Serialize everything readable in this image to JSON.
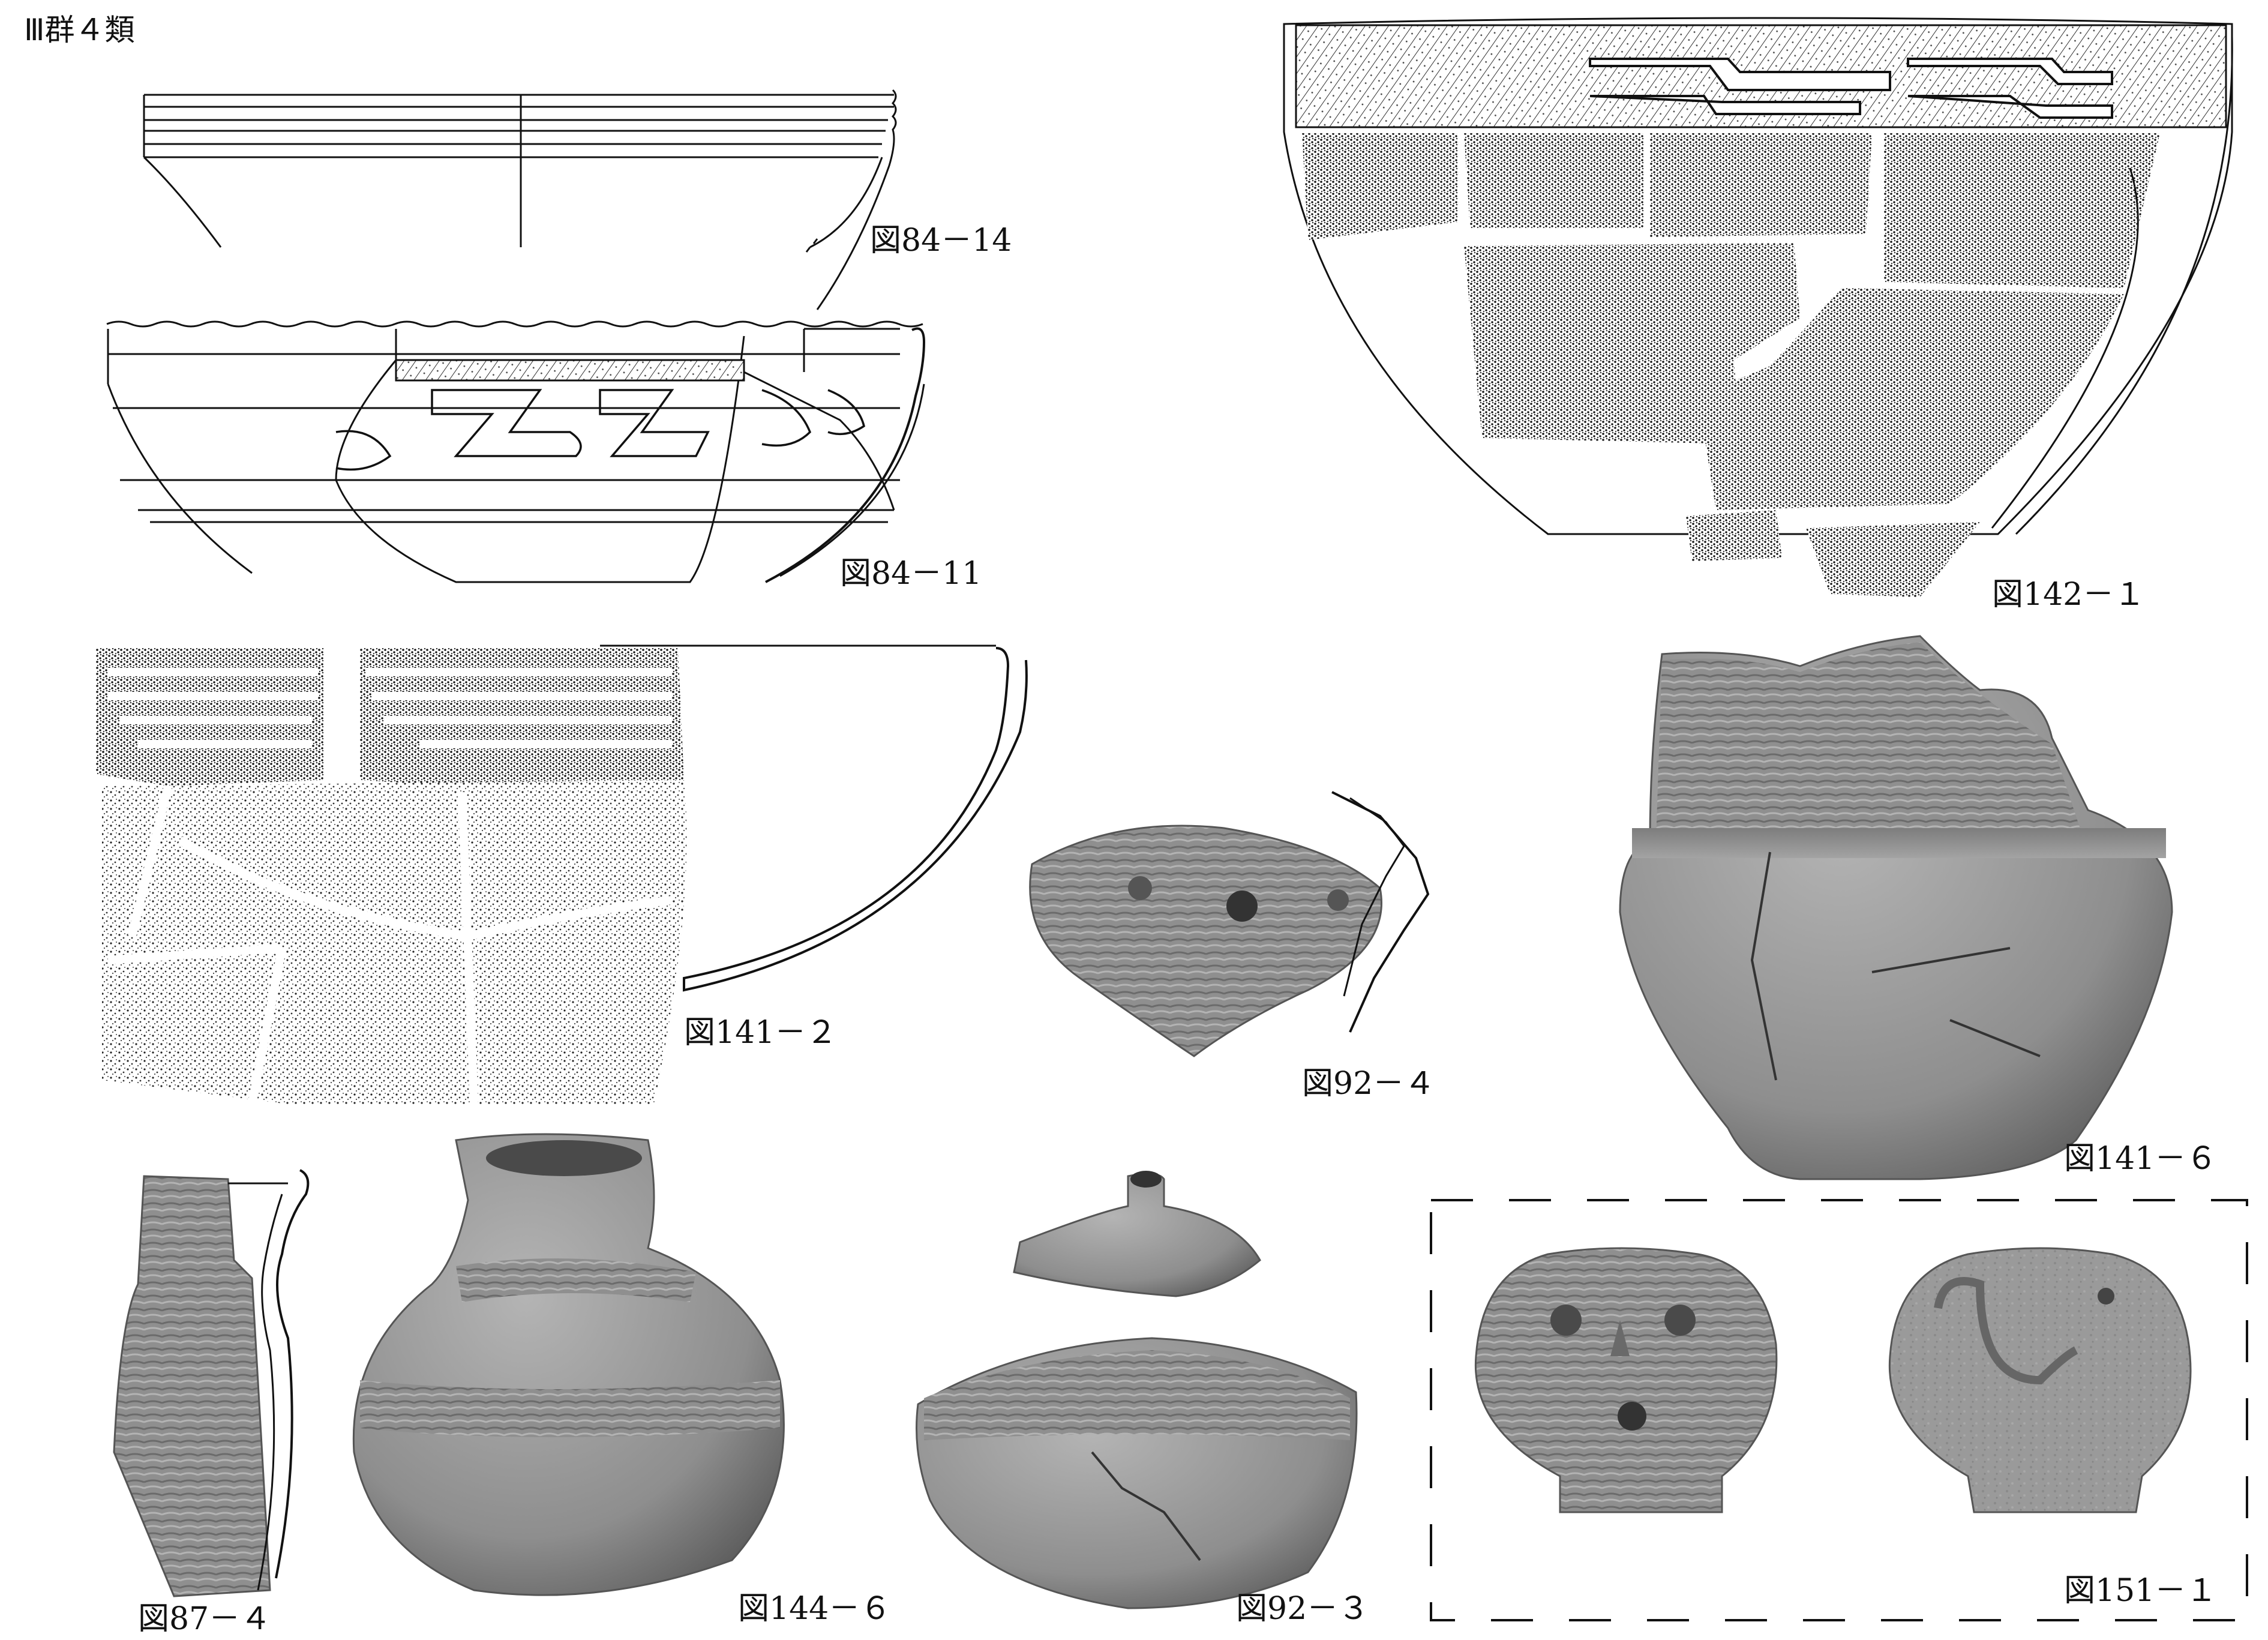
{
  "page_title": "Ⅲ群４類",
  "figures": [
    {
      "id": "f84-14",
      "label": "図84－14"
    },
    {
      "id": "f84-11",
      "label": "図84－11"
    },
    {
      "id": "f142-1",
      "label": "図142－１"
    },
    {
      "id": "f141-2",
      "label": "図141－２"
    },
    {
      "id": "f92-4",
      "label": "図92－４"
    },
    {
      "id": "f141-6",
      "label": "図141－６"
    },
    {
      "id": "f87-4",
      "label": "図87－４"
    },
    {
      "id": "f144-6",
      "label": "図144－６"
    },
    {
      "id": "f92-3",
      "label": "図92－３"
    },
    {
      "id": "f151-1",
      "label": "図151－１"
    }
  ]
}
